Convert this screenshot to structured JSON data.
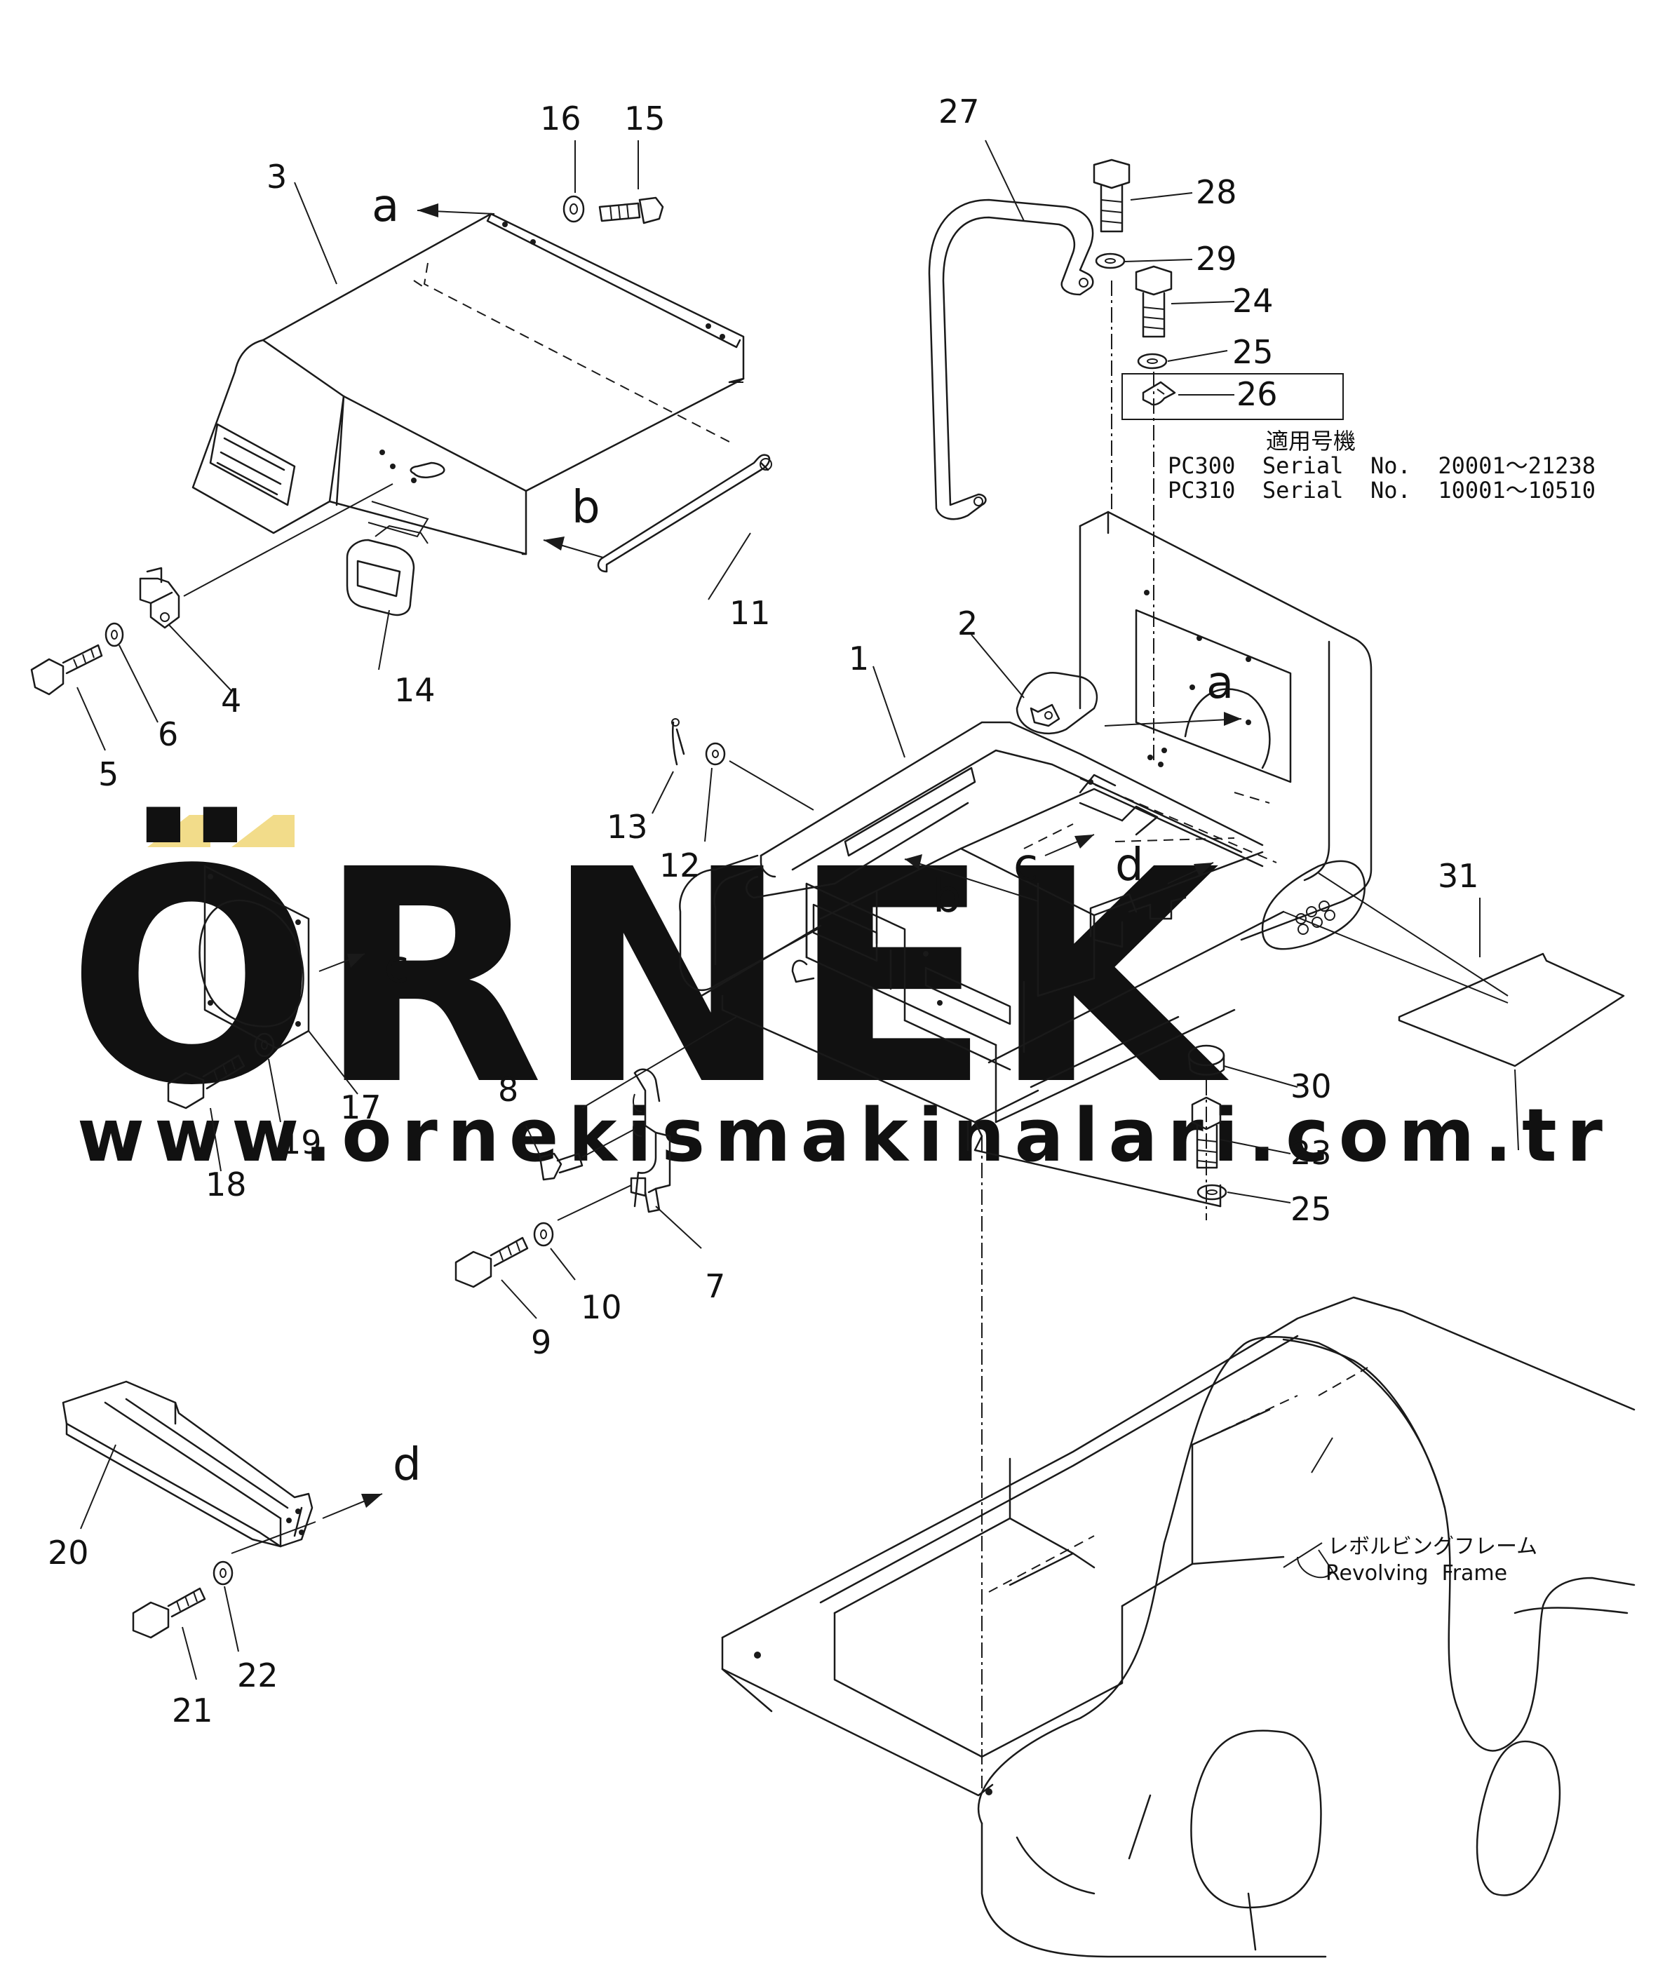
{
  "watermark": {
    "brand": "ÖRNEK",
    "url": "www.ornekismakinalari.com.tr",
    "accent_color": "#f2dc8a",
    "text_color": "#d6d6dc"
  },
  "callouts": [
    {
      "id": "1",
      "label": "1"
    },
    {
      "id": "2",
      "label": "2"
    },
    {
      "id": "3",
      "label": "3"
    },
    {
      "id": "4",
      "label": "4"
    },
    {
      "id": "5",
      "label": "5"
    },
    {
      "id": "6",
      "label": "6"
    },
    {
      "id": "7",
      "label": "7"
    },
    {
      "id": "8",
      "label": "8"
    },
    {
      "id": "9",
      "label": "9"
    },
    {
      "id": "10",
      "label": "10"
    },
    {
      "id": "11",
      "label": "11"
    },
    {
      "id": "12",
      "label": "12"
    },
    {
      "id": "13",
      "label": "13"
    },
    {
      "id": "14",
      "label": "14"
    },
    {
      "id": "15",
      "label": "15"
    },
    {
      "id": "16",
      "label": "16"
    },
    {
      "id": "17",
      "label": "17"
    },
    {
      "id": "18",
      "label": "18"
    },
    {
      "id": "19",
      "label": "19"
    },
    {
      "id": "20",
      "label": "20"
    },
    {
      "id": "21",
      "label": "21"
    },
    {
      "id": "22",
      "label": "22"
    },
    {
      "id": "23",
      "label": "23"
    },
    {
      "id": "24",
      "label": "24"
    },
    {
      "id": "25a",
      "label": "25"
    },
    {
      "id": "25b",
      "label": "25"
    },
    {
      "id": "26",
      "label": "26"
    },
    {
      "id": "27",
      "label": "27"
    },
    {
      "id": "28",
      "label": "28"
    },
    {
      "id": "29",
      "label": "29"
    },
    {
      "id": "30",
      "label": "30"
    },
    {
      "id": "31",
      "label": "31"
    }
  ],
  "connection_refs": {
    "a": "a",
    "b": "b",
    "c": "c",
    "d": "d"
  },
  "serial_note": {
    "heading": "適用号機",
    "line1": "PC300  Serial  No.  20001～21238",
    "line2": "PC310  Serial  No.  10001～10510"
  },
  "frame_label": {
    "japanese": "レボルビングフレーム",
    "english": "Revolving  Frame"
  }
}
